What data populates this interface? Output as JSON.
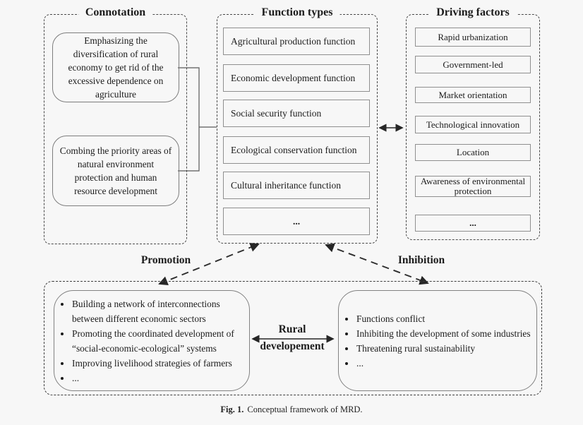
{
  "connotation": {
    "title": "Connotation",
    "items": [
      "Emphasizing the diversification of rural economy to get rid of the excessive dependence on agriculture",
      "Combing the priority areas of natural environment protection and human resource development"
    ]
  },
  "function_types": {
    "title": "Function types",
    "items": [
      "Agricultural production function",
      "Economic development function",
      "Social security function",
      "Ecological conservation function",
      "Cultural inheritance function",
      "..."
    ]
  },
  "driving_factors": {
    "title": "Driving factors",
    "items": [
      "Rapid urbanization",
      "Government-led",
      "Market orientation",
      "Technological innovation",
      "Location",
      "Awareness of environmental protection",
      "..."
    ]
  },
  "relations": {
    "promotion_label": "Promotion",
    "inhibition_label": "Inhibition",
    "rural_line1": "Rural",
    "rural_line2": "developement"
  },
  "outcomes": {
    "promotion_effects": [
      "Building a network of interconnections between different economic sectors",
      "Promoting the coordinated development of “social-economic-ecological” systems",
      "Improving livelihood strategies of farmers",
      "..."
    ],
    "inhibition_effects": [
      "Functions conflict",
      "Inhibiting the development of some industries",
      "Threatening rural sustainability",
      "..."
    ]
  },
  "caption": {
    "label": "Fig. 1.",
    "text": "Conceptual framework of MRD."
  },
  "colors": {
    "background": "#f7f7f7",
    "text": "#1c1c1c",
    "solid_box_border": "#8f8f8f",
    "dashed_border": "#4a4a4a",
    "arrow": "#262626"
  }
}
